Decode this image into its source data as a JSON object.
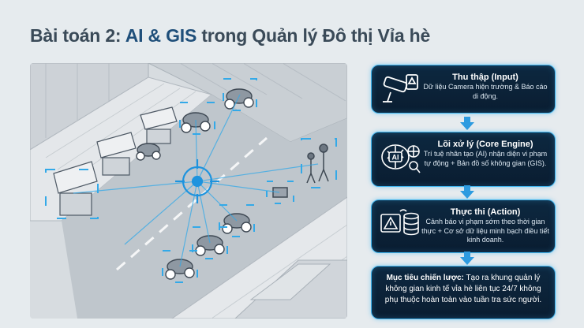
{
  "title": {
    "prefix": "Bài toán 2: ",
    "highlight": "AI & GIS",
    "suffix": " trong Quản lý Đô thị Vỉa hè"
  },
  "steps": [
    {
      "title": "Thu thập (Input)",
      "body": "Dữ liệu Camera hiện trường & Báo cáo di động.",
      "icon": "cctv-camera-icon"
    },
    {
      "title": "Lõi xử lý (Core Engine)",
      "body": "Trí tuệ nhân tạo (AI) nhận diện vi phạm tự động + Bản đồ số không gian (GIS).",
      "icon": "ai-brain-icon",
      "icon_label": "AI"
    },
    {
      "title": "Thực thi (Action)",
      "body": "Cảnh báo vi phạm sớm theo thời gian thực + Cơ sở dữ liệu minh bạch điều tiết kinh doanh.",
      "icon": "warning-database-icon"
    }
  ],
  "goal": {
    "title": "Mục tiêu chiến lược:",
    "body": " Tạo ra khung quản lý không gian kinh tế vỉa hè liên tục 24/7 không phụ thuộc hoàn toàn vào tuần tra sức người."
  },
  "colors": {
    "panel_bg": "#0d2840",
    "panel_border": "#3fb4ee",
    "arrow": "#2d9be0",
    "title_accent": "#1f4f7a"
  }
}
